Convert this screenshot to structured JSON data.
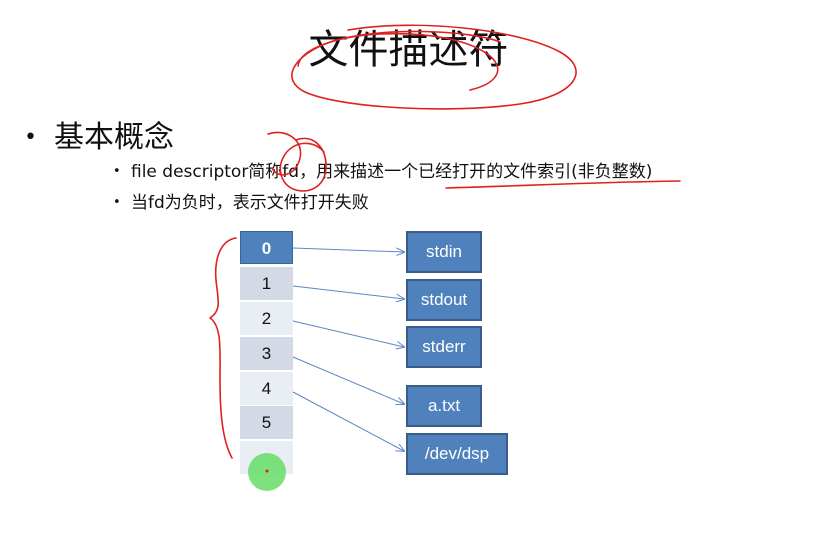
{
  "slide": {
    "title": "文件描述符",
    "main_bullet": "基本概念",
    "sub_bullets": [
      "file descriptor简称fd，用来描述一个已经打开的文件索引(非负整数)",
      "当fd为负时，表示文件打开失败"
    ]
  },
  "fd_table": {
    "cells": [
      "0",
      "1",
      "2",
      "3",
      "4",
      "5",
      ""
    ],
    "active_index": 0
  },
  "targets": [
    "stdin",
    "stdout",
    "stderr",
    "a.txt",
    "/dev/dsp"
  ],
  "arrows": [
    {
      "from": "0",
      "to": "stdin"
    },
    {
      "from": "1",
      "to": "stdout"
    },
    {
      "from": "2",
      "to": "stderr"
    },
    {
      "from": "3",
      "to": "a.txt"
    },
    {
      "from": "4",
      "to": "/dev/dsp"
    }
  ],
  "colors": {
    "box_fill": "#4f81bd",
    "box_border": "#385d8a",
    "cell_dark": "#d3d9e5",
    "cell_light": "#e9edf4",
    "arrow": "#5b86c5",
    "annotation_ink": "#e02020",
    "cursor_highlight": "#66dd66"
  }
}
